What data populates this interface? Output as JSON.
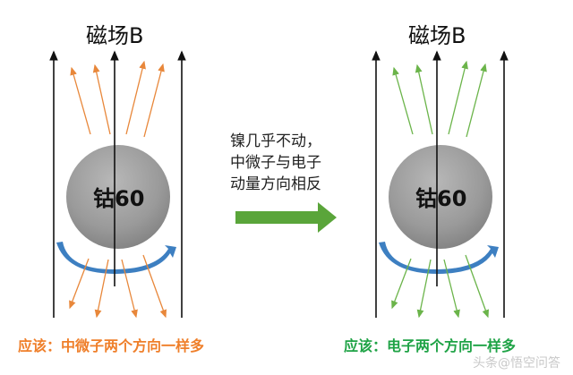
{
  "colors": {
    "orange": "#e8873a",
    "green": "#6bb44a",
    "field": "#111111",
    "blue": "#3d7fc1",
    "arrow_green": "#5aa53a",
    "concl_orange": "#ef7f2a",
    "concl_green": "#1fa346"
  },
  "left": {
    "title": "磁场B",
    "nucleus": "钴60",
    "conclusion": "应该：中微子两个方向一样多"
  },
  "right": {
    "title": "磁场B",
    "nucleus": "钴60",
    "conclusion": "应该：电子两个方向一样多"
  },
  "middle": {
    "lines": [
      "镍几乎不动，",
      "中微子与电子",
      "动量方向相反"
    ]
  },
  "watermark": "头条@悟空问答"
}
